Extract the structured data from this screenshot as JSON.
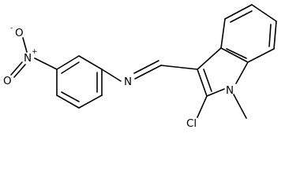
{
  "molecule": {
    "atoms": {
      "nitro_oxygen_top": "O",
      "nitro_oxygen_top_charge": "-",
      "nitro_nitrogen": "N",
      "nitro_nitrogen_charge": "+",
      "nitro_oxygen_bottom": "O",
      "imine_nitrogen": "N",
      "chlorine": "Cl",
      "indole_nitrogen": "N"
    },
    "bond_color": "#000000",
    "background_color": "#ffffff"
  }
}
